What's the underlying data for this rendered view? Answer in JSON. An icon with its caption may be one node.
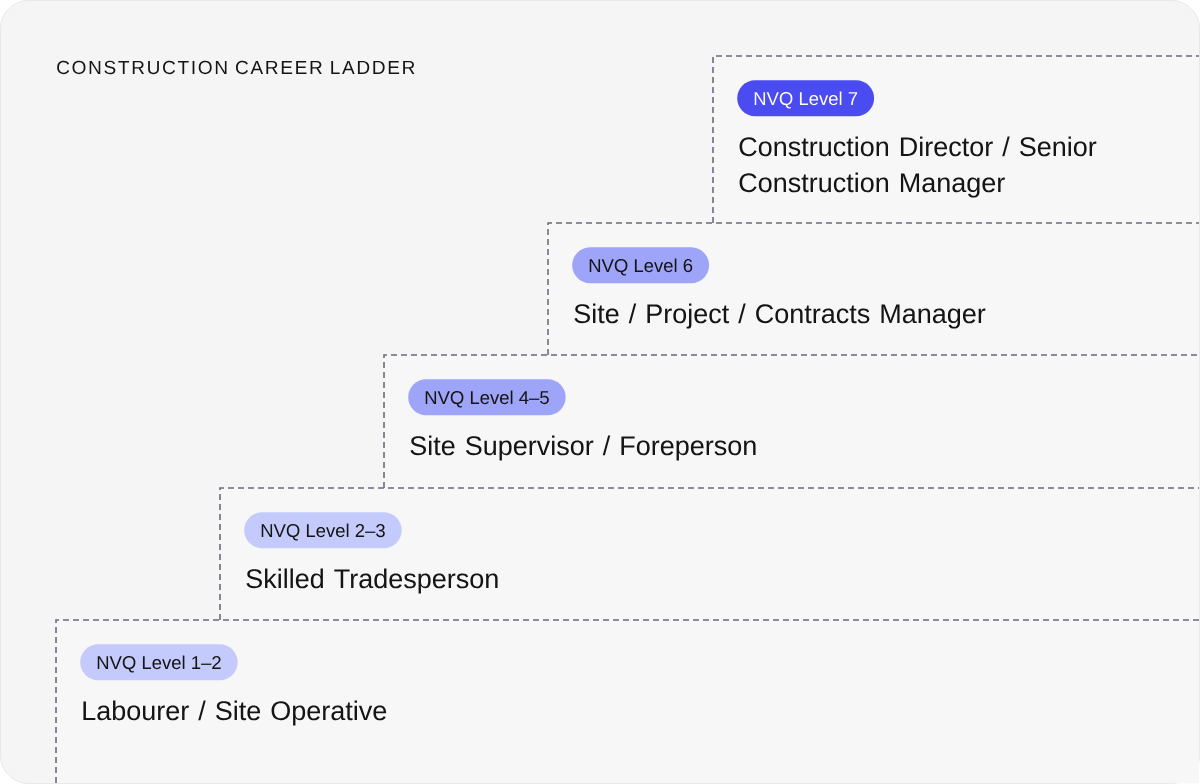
{
  "diagram": {
    "title": "CONSTRUCTION CAREER LADDER",
    "nodes": [
      {
        "text": [
          "Construction Director / Senior Construction Manager"
        ]
      },
      {
        "text": [
          "NVQ Level 7"
        ],
        "in": 0
      },
      {
        "text": [
          "Site / Project / Contracts Manager"
        ]
      },
      {
        "text": [
          "NVQ Level 6"
        ],
        "in": 2
      },
      {
        "text": [
          "Site Supervisor / Foreperson"
        ]
      },
      {
        "text": [
          "NVQ Level 4–5"
        ],
        "in": 4
      },
      {
        "text": [
          "Skilled Tradesperson"
        ]
      },
      {
        "text": [
          "NVQ Level 2–3"
        ],
        "in": 6
      },
      {
        "text": [
          "Labourer / Site Operative"
        ]
      },
      {
        "text": [
          "NVQ Level 1–2"
        ],
        "in": 8
      }
    ]
  }
}
